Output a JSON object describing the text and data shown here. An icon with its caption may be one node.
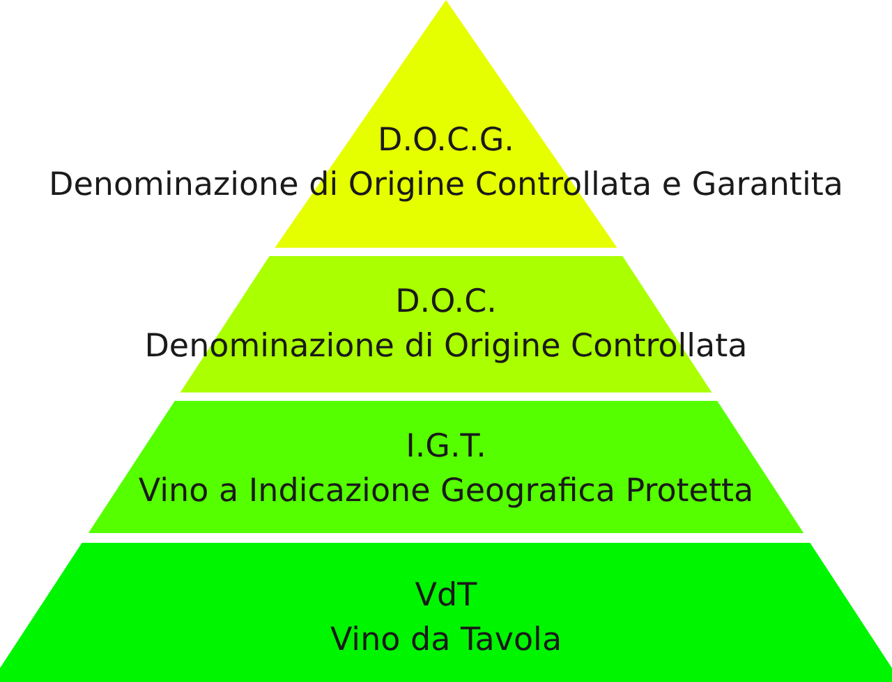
{
  "diagram": {
    "nodes": [
      {
        "text": [
          "D.O.C.G.",
          "Denominazione di Origine Controllata e Garantita"
        ]
      },
      {
        "text": [
          "D.O.C.",
          "Denominazione di Origine Controllata"
        ]
      },
      {
        "text": [
          "I.G.T.",
          "Vino a Indicazione Geografica Protetta"
        ]
      },
      {
        "text": [
          "VdT",
          "Vino da Tavola"
        ]
      }
    ]
  }
}
